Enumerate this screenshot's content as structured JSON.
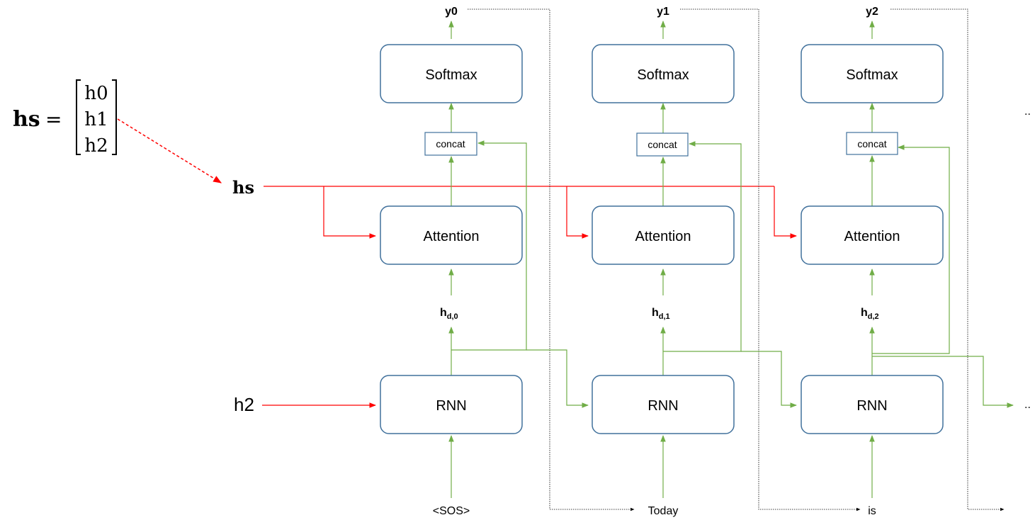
{
  "equation": {
    "lhs": "hs",
    "equals": "=",
    "rows": [
      "h0",
      "h1",
      "h2"
    ]
  },
  "hs_label": "hs",
  "h2_label": "h2",
  "columns": [
    {
      "output": "y0",
      "softmax": "Softmax",
      "concat": "concat",
      "attention": "Attention",
      "hidden_main": "h",
      "hidden_sub": "d,0",
      "rnn": "RNN",
      "input": "<SOS>"
    },
    {
      "output": "y1",
      "softmax": "Softmax",
      "concat": "concat",
      "attention": "Attention",
      "hidden_main": "h",
      "hidden_sub": "d,1",
      "rnn": "RNN",
      "input": "Today"
    },
    {
      "output": "y2",
      "softmax": "Softmax",
      "concat": "concat",
      "attention": "Attention",
      "hidden_main": "h",
      "hidden_sub": "d,2",
      "rnn": "RNN",
      "input": "is"
    }
  ],
  "continuation_top": "..",
  "continuation_rnn": "..",
  "colors": {
    "box_border": "#41719c",
    "green_arrow": "#70ad47",
    "red_arrow": "#ff0000",
    "dotted_line": "#000000"
  }
}
